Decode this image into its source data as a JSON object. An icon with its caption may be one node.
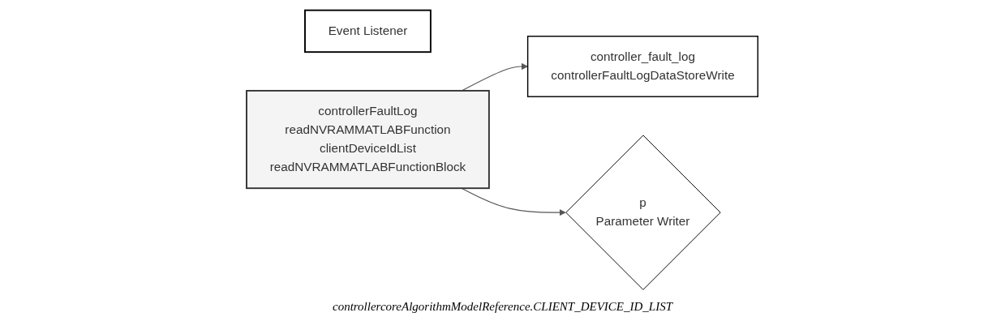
{
  "diagram": {
    "nodes": [
      {
        "text": [
          "Event Listener"
        ]
      },
      {
        "text": [
          "controllerFaultLog",
          "readNVRAMMATLABFunction",
          "clientDeviceIdList",
          "readNVRAMMATLABFunctionBlock"
        ]
      },
      {
        "text": [
          "controller_fault_log",
          "controllerFaultLogDataStoreWrite"
        ]
      },
      {
        "text": [
          "p",
          "Parameter Writer"
        ],
        "beside": [
          "controllercoreAlgorithmModelReference.CLIENT_DEVICE_ID_LIST"
        ]
      }
    ],
    "edges": [
      {
        "from": 1,
        "to": 2,
        "arrow": "to"
      },
      {
        "from": 1,
        "to": 3,
        "arrow": "to"
      }
    ]
  }
}
